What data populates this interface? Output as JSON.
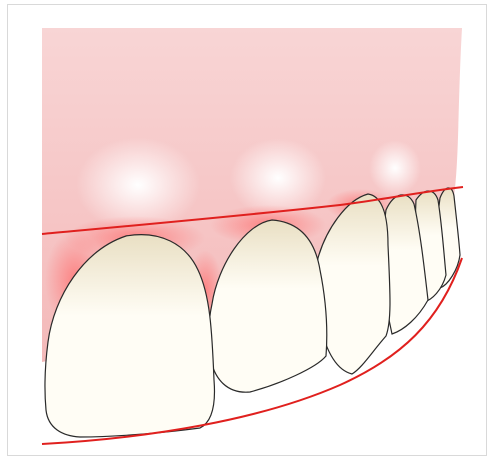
{
  "figure": {
    "subject": "dental-smile-line-illustration",
    "colors": {
      "gum": "#f4b9b9",
      "gum_light": "#f8d5d5",
      "gum_highlight": "#ffffff",
      "gum_inflamed": "#ff6f6f",
      "tooth_fill": "#fffdf5",
      "tooth_cervical": "#e9dfc3",
      "tooth_outline": "#2a2a2a",
      "reference_line": "#e0201e",
      "frame_border": "#d9d9d9"
    },
    "teeth_count": 6,
    "reference_lines": [
      "gingival-line",
      "incisal-curve"
    ]
  }
}
